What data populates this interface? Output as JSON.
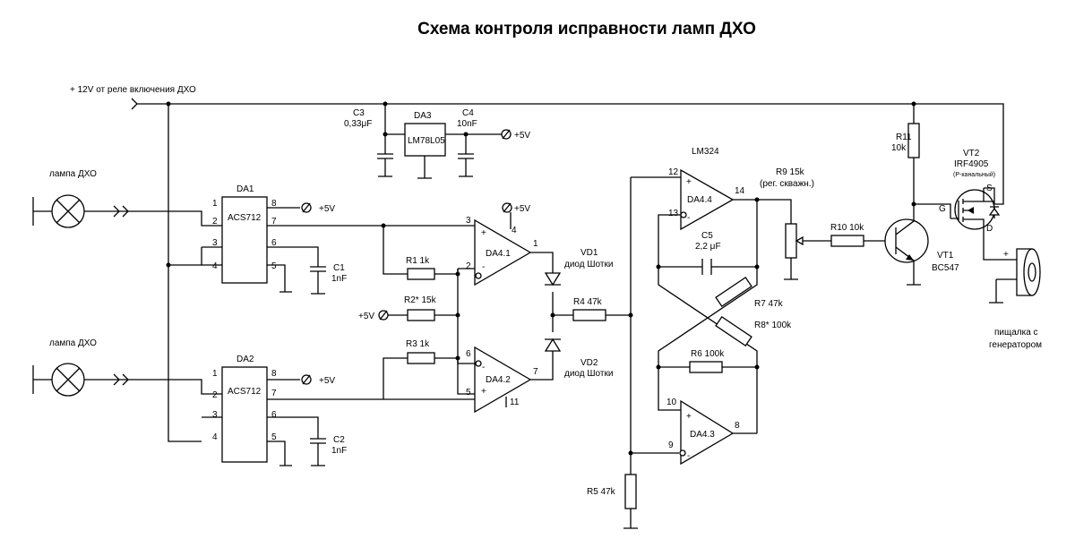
{
  "title": "Схема контроля исправности ламп ДХО",
  "labels": {
    "supply": "+ 12V от реле включения ДХО",
    "lamp": "лампа ДХО",
    "v5": "+5V",
    "c3": "C3",
    "c3v": "0,33μF",
    "da3": "DA3",
    "lm78l05": "LM78L05",
    "c4": "C4",
    "c4v": "10nF",
    "da1": "DA1",
    "da2": "DA2",
    "acs712": "ACS712",
    "c1": "C1",
    "c2": "C2",
    "nf1": "1nF",
    "r1": "R1 1k",
    "r2": "R2* 15k",
    "r3": "R3 1k",
    "r4": "R4 47k",
    "r5": "R5 47k",
    "r6": "R6 100k",
    "r7": "R7 47k",
    "r8": "R8* 100k",
    "r9": "R9 15k",
    "r9n": "(рег. скважн.)",
    "r10": "R10 10k",
    "r11": "R11",
    "k10": "10k",
    "c5": "C5",
    "c5v": "2,2 μF",
    "da41": "DA4.1",
    "da42": "DA4.2",
    "da43": "DA4.3",
    "da44": "DA4.4",
    "lm324": "LM324",
    "vd1": "VD1",
    "vd2": "VD2",
    "schottky": "диод Шотки",
    "vt1": "VT1",
    "bc547": "BC547",
    "vt2": "VT2",
    "irf": "IRF4905",
    "pch": "(P-канальный)",
    "g": "G",
    "d": "D",
    "s": "S",
    "plus": "+",
    "minus": "-",
    "buzzer1": "пищалка с",
    "buzzer2": "генератором",
    "p1": "1",
    "p2": "2",
    "p3": "3",
    "p4": "4",
    "p5": "5",
    "p6": "6",
    "p7": "7",
    "p8": "8",
    "p9": "9",
    "p10": "10",
    "p11": "11",
    "p12": "12",
    "p13": "13",
    "p14": "14"
  }
}
